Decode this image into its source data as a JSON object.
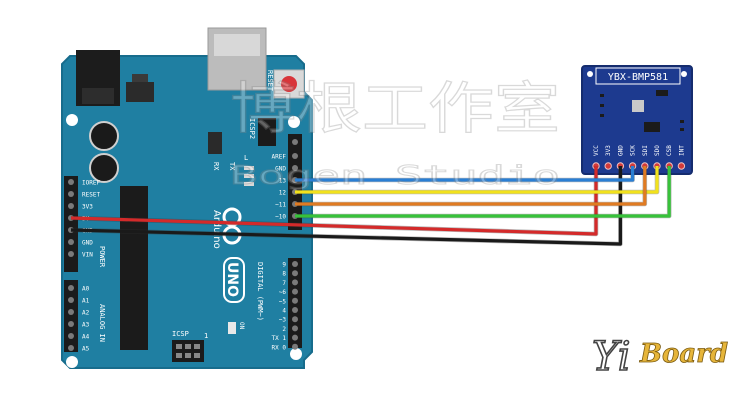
{
  "watermark": {
    "chinese": "博根工作室",
    "english": "Bogen Studio"
  },
  "arduino": {
    "brand": "Arduino",
    "model": "UNO",
    "reset_label": "RESET",
    "icsp2_label": "ICSP2",
    "icsp_label": "ICSP",
    "tx_label": "TX",
    "rx_label": "RX",
    "l_label": "L",
    "on_label": "ON",
    "digital_label": "DIGITAL (PWM~)",
    "power_label": "POWER",
    "analog_label": "ANALOG IN",
    "one_label": "1",
    "top_header_pins": [
      "AREF",
      "GND",
      "13",
      "12",
      "~11",
      "~10"
    ],
    "digital_pins": [
      "9",
      "8",
      "7",
      "~6",
      "~5",
      "4",
      "~3",
      "2",
      "TX 1",
      "RX 0"
    ],
    "power_pins": [
      "IOREF",
      "RESET",
      "3V3",
      "5V",
      "GND",
      "GND",
      "VIN"
    ],
    "analog_pins": [
      "A0",
      "A1",
      "A2",
      "A3",
      "A4",
      "A5"
    ]
  },
  "sensor": {
    "title": "YBX-BMP581",
    "pins": [
      "VCC",
      "3V3",
      "GND",
      "SCK",
      "SDI",
      "SDO",
      "CSB",
      "INT"
    ]
  },
  "wires": [
    {
      "from": "5V",
      "to": "VCC",
      "color": "#d42a2a"
    },
    {
      "from": "GND",
      "to": "GND",
      "color": "#1a1a1a"
    },
    {
      "from": "13",
      "to": "SCK",
      "color": "#2a7fd4"
    },
    {
      "from": "12",
      "to": "SDO",
      "color": "#f2e21c"
    },
    {
      "from": "~11",
      "to": "SDI",
      "color": "#e07b22"
    },
    {
      "from": "~10",
      "to": "CSB",
      "color": "#37c23a"
    }
  ],
  "colors": {
    "board": "#1f7fa2",
    "board_edge": "#176c8c",
    "sensor": "#1d3a8f"
  },
  "logo": {
    "part1": "Yi",
    "part2": "Board"
  }
}
